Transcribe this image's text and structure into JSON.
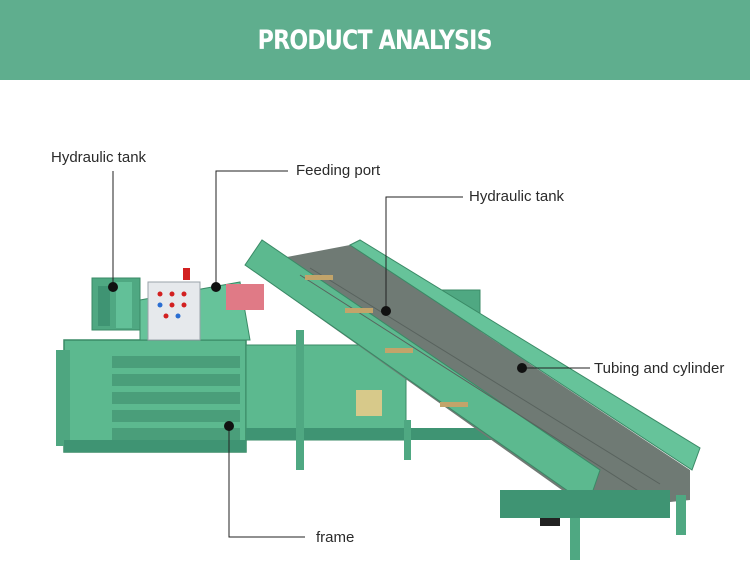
{
  "banner": {
    "title": "PRODUCT ANALYSIS",
    "color": "#5fae8e"
  },
  "machine": {
    "body_color": "#5cb98f",
    "belt_color": "#6f7a74",
    "accent_color": "#e07a86",
    "light_color": "#d22020"
  },
  "callouts": [
    {
      "id": "hydraulic-tank-left",
      "label": "Hydraulic tank"
    },
    {
      "id": "feeding-port",
      "label": "Feeding port"
    },
    {
      "id": "hydraulic-tank-right",
      "label": "Hydraulic tank"
    },
    {
      "id": "tubing-and-cylinder",
      "label": "Tubing and cylinder"
    },
    {
      "id": "frame",
      "label": "frame"
    }
  ]
}
